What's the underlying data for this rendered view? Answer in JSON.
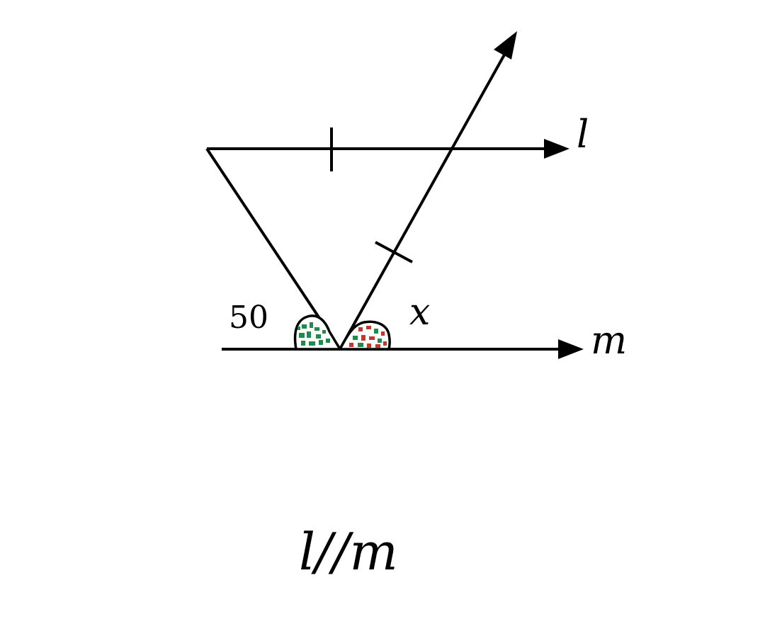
{
  "diagram": {
    "labels": {
      "line_l": "l",
      "line_m": "m",
      "angle_left": "50",
      "angle_right": "x",
      "statement": "l//m"
    },
    "colors": {
      "stroke": "#000000",
      "angle_left_fill": "#1f8a4c",
      "angle_right_fill": "#c0392b",
      "background": "#ffffff"
    }
  }
}
